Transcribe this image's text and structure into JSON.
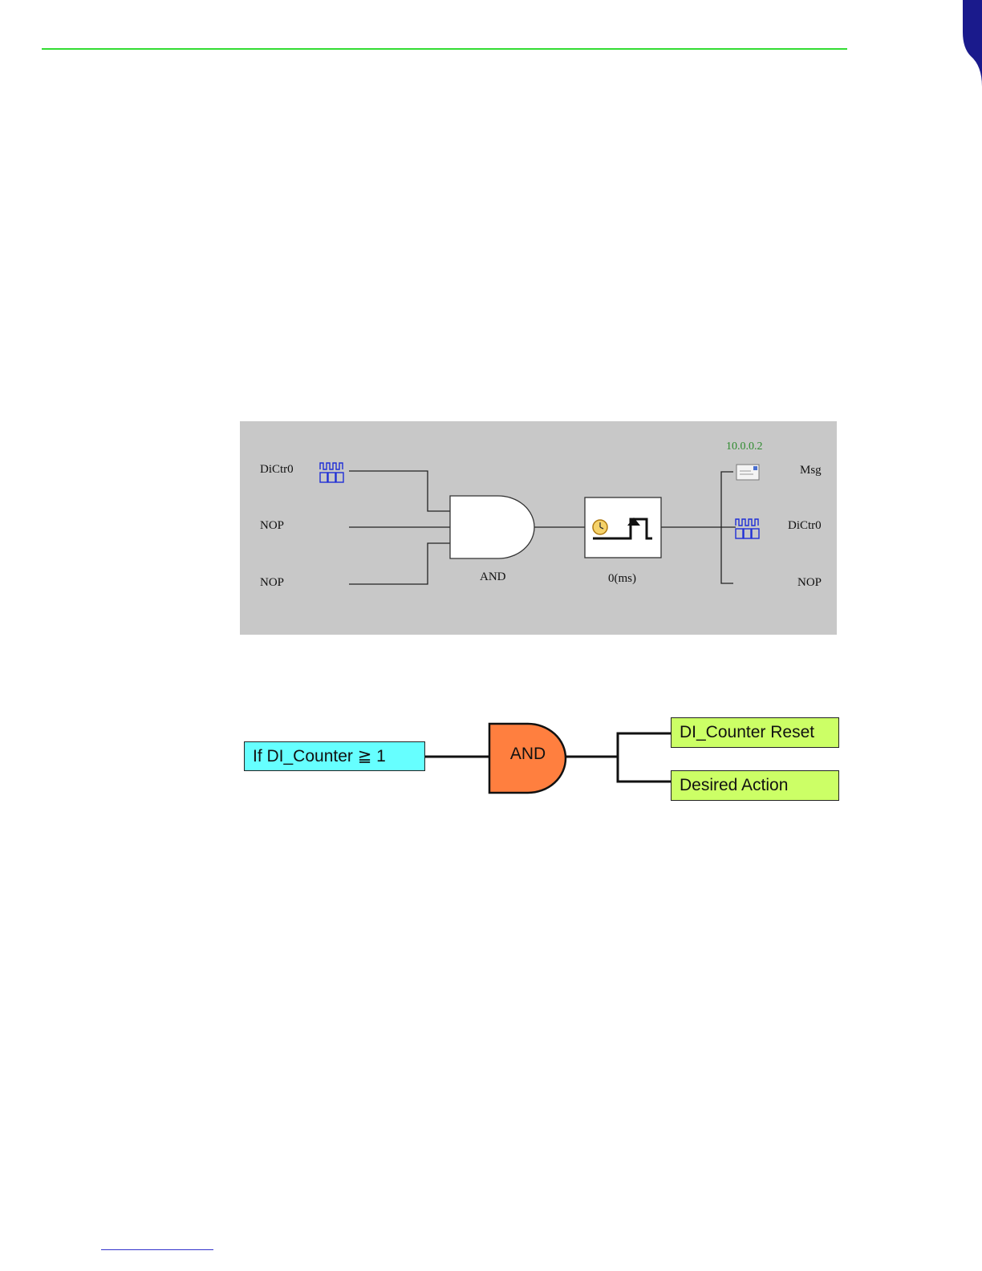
{
  "logic_panel": {
    "inputs": [
      "DiCtr0",
      "NOP",
      "NOP"
    ],
    "gate_label": "AND",
    "timer_label": "0(ms)",
    "ip_address": "10.0.0.2",
    "outputs": [
      "Msg",
      "DiCtr0",
      "NOP"
    ],
    "icons": [
      "counter-icon",
      "clock-icon",
      "pulse-icon",
      "envelope-icon"
    ],
    "background_color": "#c8c8c8"
  },
  "flow_diagram": {
    "condition_label": "If DI_Counter ≧ 1",
    "gate_label": "AND",
    "outputs": [
      "DI_Counter Reset",
      "Desired Action"
    ],
    "colors": {
      "condition": "#66ffff",
      "gate": "#ff7f3f",
      "output": "#ccff66"
    }
  },
  "page": {
    "accent_rule_color": "#33dd33",
    "tab_color": "#1a1a8c"
  }
}
